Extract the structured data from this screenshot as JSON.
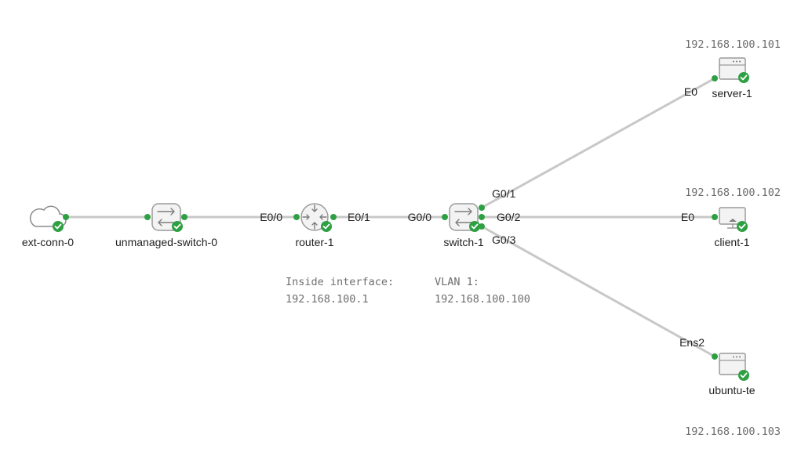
{
  "nodes": {
    "ext_conn": {
      "label": "ext-conn-0",
      "icon": "cloud-icon"
    },
    "unmanaged_switch": {
      "label": "unmanaged-switch-0",
      "icon": "unmanaged-switch-icon"
    },
    "router": {
      "label": "router-1",
      "icon": "router-icon"
    },
    "switch": {
      "label": "switch-1",
      "icon": "switch-icon"
    },
    "server": {
      "label": "server-1",
      "icon": "server-icon"
    },
    "client": {
      "label": "client-1",
      "icon": "desktop-icon"
    },
    "ubuntu": {
      "label": "ubuntu-te",
      "icon": "server-icon"
    }
  },
  "interfaces": {
    "router_e0_0": "E0/0",
    "router_e0_1": "E0/1",
    "switch_g0_0": "G0/0",
    "switch_g0_1": "G0/1",
    "switch_g0_2": "G0/2",
    "switch_g0_3": "G0/3",
    "server_e0": "E0",
    "client_e0": "E0",
    "ubuntu_ens2": "Ens2"
  },
  "annotations": {
    "router_inside_line1": "Inside interface:",
    "router_inside_line2": "192.168.100.1",
    "switch_vlan_line1": "VLAN 1:",
    "switch_vlan_line2": "192.168.100.100",
    "server_ip": "192.168.100.101",
    "client_ip": "192.168.100.102",
    "ubuntu_ip": "192.168.100.103"
  },
  "colors": {
    "link": "#c8c8c8",
    "port_up": "#2ea043",
    "status_ok": "#2ea043",
    "annotation_text": "#6e6e6e"
  }
}
